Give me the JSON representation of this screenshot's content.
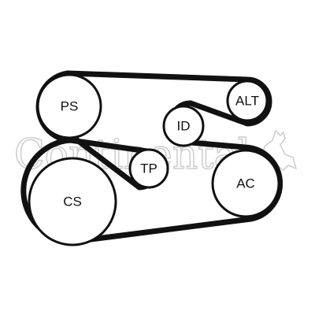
{
  "diagram": {
    "watermark": "Continental",
    "pulleys": {
      "ps": "PS",
      "alt": "ALT",
      "id": "ID",
      "tp": "TP",
      "cs": "CS",
      "ac": "AC"
    },
    "colors": {
      "belt": "#111111",
      "watermark": "#cfcfcf",
      "background": "#ffffff"
    }
  }
}
